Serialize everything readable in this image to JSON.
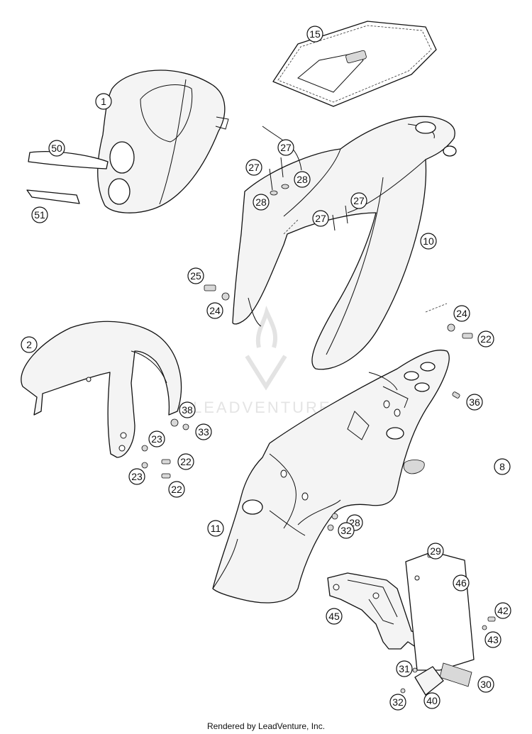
{
  "watermark": "LEADVENTURE",
  "footer": "Rendered by LeadVenture, Inc.",
  "callouts": [
    "1",
    "2",
    "8",
    "10",
    "11",
    "15",
    "22",
    "22",
    "22",
    "23",
    "23",
    "24",
    "24",
    "25",
    "27",
    "27",
    "27",
    "27",
    "28",
    "28",
    "28",
    "29",
    "30",
    "31",
    "32",
    "32",
    "33",
    "36",
    "38",
    "40",
    "42",
    "43",
    "45",
    "46",
    "50",
    "51"
  ]
}
